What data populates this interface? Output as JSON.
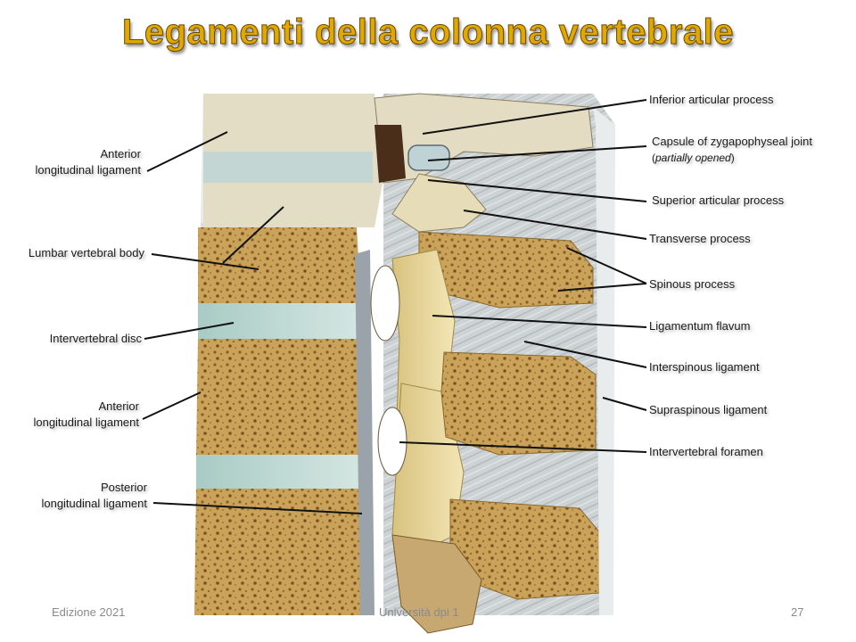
{
  "title": "Legamenti della colonna vertebrale",
  "labels_left": {
    "anterior_longitudinal_top_1": "Anterior",
    "anterior_longitudinal_top_2": "longitudinal ligament",
    "lumbar_vertebral_body": "Lumbar vertebral body",
    "intervertebral_disc": "Intervertebral disc",
    "anterior_longitudinal_bottom_1": "Anterior",
    "anterior_longitudinal_bottom_2": "longitudinal ligament",
    "posterior_longitudinal_1": "Posterior",
    "posterior_longitudinal_2": "longitudinal ligament"
  },
  "labels_right": {
    "inferior_articular_process": "Inferior articular process",
    "capsule_zygapophyseal": "Capsule of zygapophyseal joint",
    "capsule_note": "partially opened",
    "superior_articular_process": "Superior articular process",
    "transverse_process": "Transverse process",
    "spinous_process": "Spinous process",
    "ligamentum_flavum": "Ligamentum flavum",
    "interspinous_ligament": "Interspinous ligament",
    "supraspinous_ligament": "Supraspinous ligament",
    "intervertebral_foramen": "Intervertebral foramen"
  },
  "footer": {
    "edition": "Edizione 2021",
    "center": "Università dpi 1",
    "page": "27"
  }
}
